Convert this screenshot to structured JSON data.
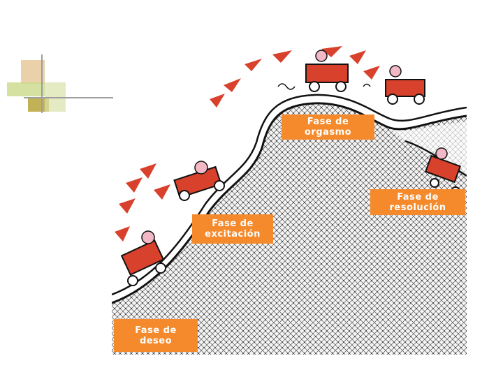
{
  "colors": {
    "label_bg": "#f58a2c",
    "label_text": "#ffffff",
    "accent_red": "#d8412c",
    "deco_tan": "#e8c99a",
    "deco_green": "#c9d98a",
    "deco_olive": "#b7a43a",
    "deco_line": "#9e9e9e",
    "mountain_fill": "#f2f2f2",
    "mountain_pattern": "#444444"
  },
  "phases": [
    {
      "id": "deseo",
      "line1": "Fase de",
      "line2": "deseo"
    },
    {
      "id": "excitacion",
      "line1": "Fase de",
      "line2": "excitación"
    },
    {
      "id": "orgasmo",
      "line1": "Fase de",
      "line2": "orgasmo"
    },
    {
      "id": "resolucion",
      "line1": "Fase de",
      "line2": "resolución"
    }
  ],
  "icons": [
    "stroller-icon",
    "baby-icon",
    "paper-plane-icon",
    "coffee-cup-icon"
  ]
}
